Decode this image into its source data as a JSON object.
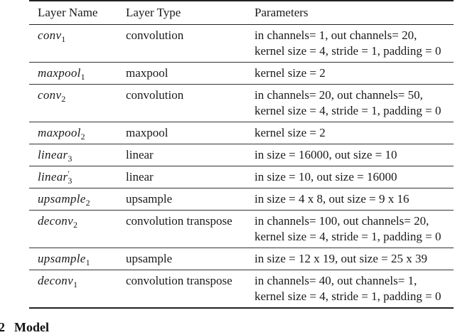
{
  "table": {
    "headers": [
      "Layer Name",
      "Layer Type",
      "Parameters"
    ],
    "rows": [
      {
        "name": "conv",
        "sub": "1",
        "prime": "",
        "type": "convolution",
        "params": [
          "in channels= 1, out channels= 20,",
          "kernel size = 4, stride = 1, padding = 0"
        ]
      },
      {
        "name": "maxpool",
        "sub": "1",
        "prime": "",
        "type": "maxpool",
        "params": [
          "kernel size = 2"
        ]
      },
      {
        "name": "conv",
        "sub": "2",
        "prime": "",
        "type": "convolution",
        "params": [
          "in channels= 20, out channels= 50,",
          "kernel size = 4, stride = 1, padding = 0"
        ]
      },
      {
        "name": "maxpool",
        "sub": "2",
        "prime": "",
        "type": "maxpool",
        "params": [
          "kernel size = 2"
        ]
      },
      {
        "name": "linear",
        "sub": "3",
        "prime": "",
        "type": "linear",
        "params": [
          "in size = 16000, out size = 10"
        ]
      },
      {
        "name": "linear",
        "sub": "3",
        "prime": "′",
        "type": "linear",
        "params": [
          "in size = 10, out size = 16000"
        ]
      },
      {
        "name": "upsample",
        "sub": "2",
        "prime": "",
        "type": "upsample",
        "params": [
          "in size = 4 x 8, out size = 9 x 16"
        ]
      },
      {
        "name": "deconv",
        "sub": "2",
        "prime": "",
        "type": "convolution transpose",
        "params": [
          "in channels= 100, out channels= 20,",
          "kernel size = 4, stride = 1, padding = 0"
        ]
      },
      {
        "name": "upsample",
        "sub": "1",
        "prime": "",
        "type": "upsample",
        "params": [
          "in size = 12 x 19, out size = 25 x 39"
        ]
      },
      {
        "name": "deconv",
        "sub": "1",
        "prime": "",
        "type": "convolution transpose",
        "params": [
          "in channels= 40, out channels= 1,",
          "kernel size = 4, stride = 1, padding = 0"
        ]
      }
    ]
  },
  "section": {
    "number": "2",
    "title": "Model"
  }
}
